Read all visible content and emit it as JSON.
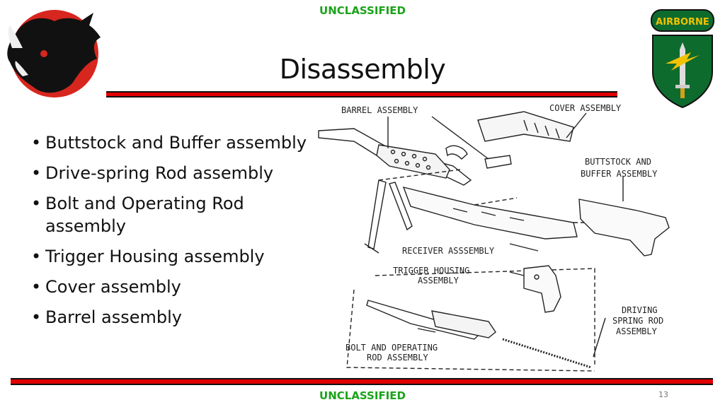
{
  "classification": {
    "top": "UNCLASSIFIED",
    "bottom": "UNCLASSIFIED"
  },
  "title": "Disassembly",
  "bullets": [
    "Buttstock and Buffer assembly",
    "Drive-spring Rod assembly",
    "Bolt and Operating Rod assembly",
    "Trigger Housing assembly",
    "Cover assembly",
    "Barrel assembly"
  ],
  "diagram_labels": {
    "barrel": "BARREL ASSEMBLY",
    "cover": "COVER ASSEMBLY",
    "buttstock_1": "BUTTSTOCK AND",
    "buttstock_2": "BUFFER ASSEMBLY",
    "receiver": "RECEIVER ASSSEMBLY",
    "trigger_1": "TRIGGER HOUSING",
    "trigger_2": "ASSEMBLY",
    "driving_1": "DRIVING",
    "driving_2": "SPRING ROD",
    "driving_3": "ASSEMBLY",
    "bolt_1": "BOLT AND OPERATING",
    "bolt_2": "ROD ASSEMBLY"
  },
  "airborne_tab": "AIRBORNE",
  "page_number": "13",
  "colors": {
    "classification_green": "#1aa31a",
    "rule_red": "#e00000",
    "shield_green": "#0e6b2e",
    "logo_red": "#d7261e"
  }
}
